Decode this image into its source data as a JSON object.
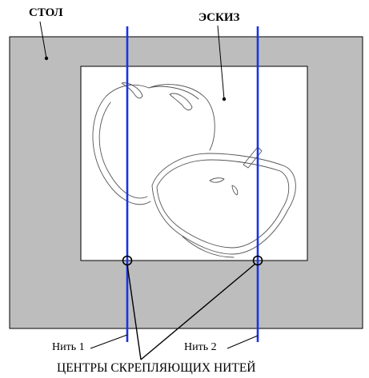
{
  "labels": {
    "table": "СТОЛ",
    "sketch": "ЭСКИЗ",
    "thread1": "Нить 1",
    "thread2": "Нить 2",
    "caption": "ЦЕНТРЫ СКРЕПЛЯЮЩИХ НИТЕЙ"
  },
  "colors": {
    "table_fill": "#bdbdbd",
    "sketch_fill": "#ffffff",
    "thread": "#1a33e6",
    "outline": "#000000"
  },
  "icons": {
    "subject": "apple-drawing"
  }
}
